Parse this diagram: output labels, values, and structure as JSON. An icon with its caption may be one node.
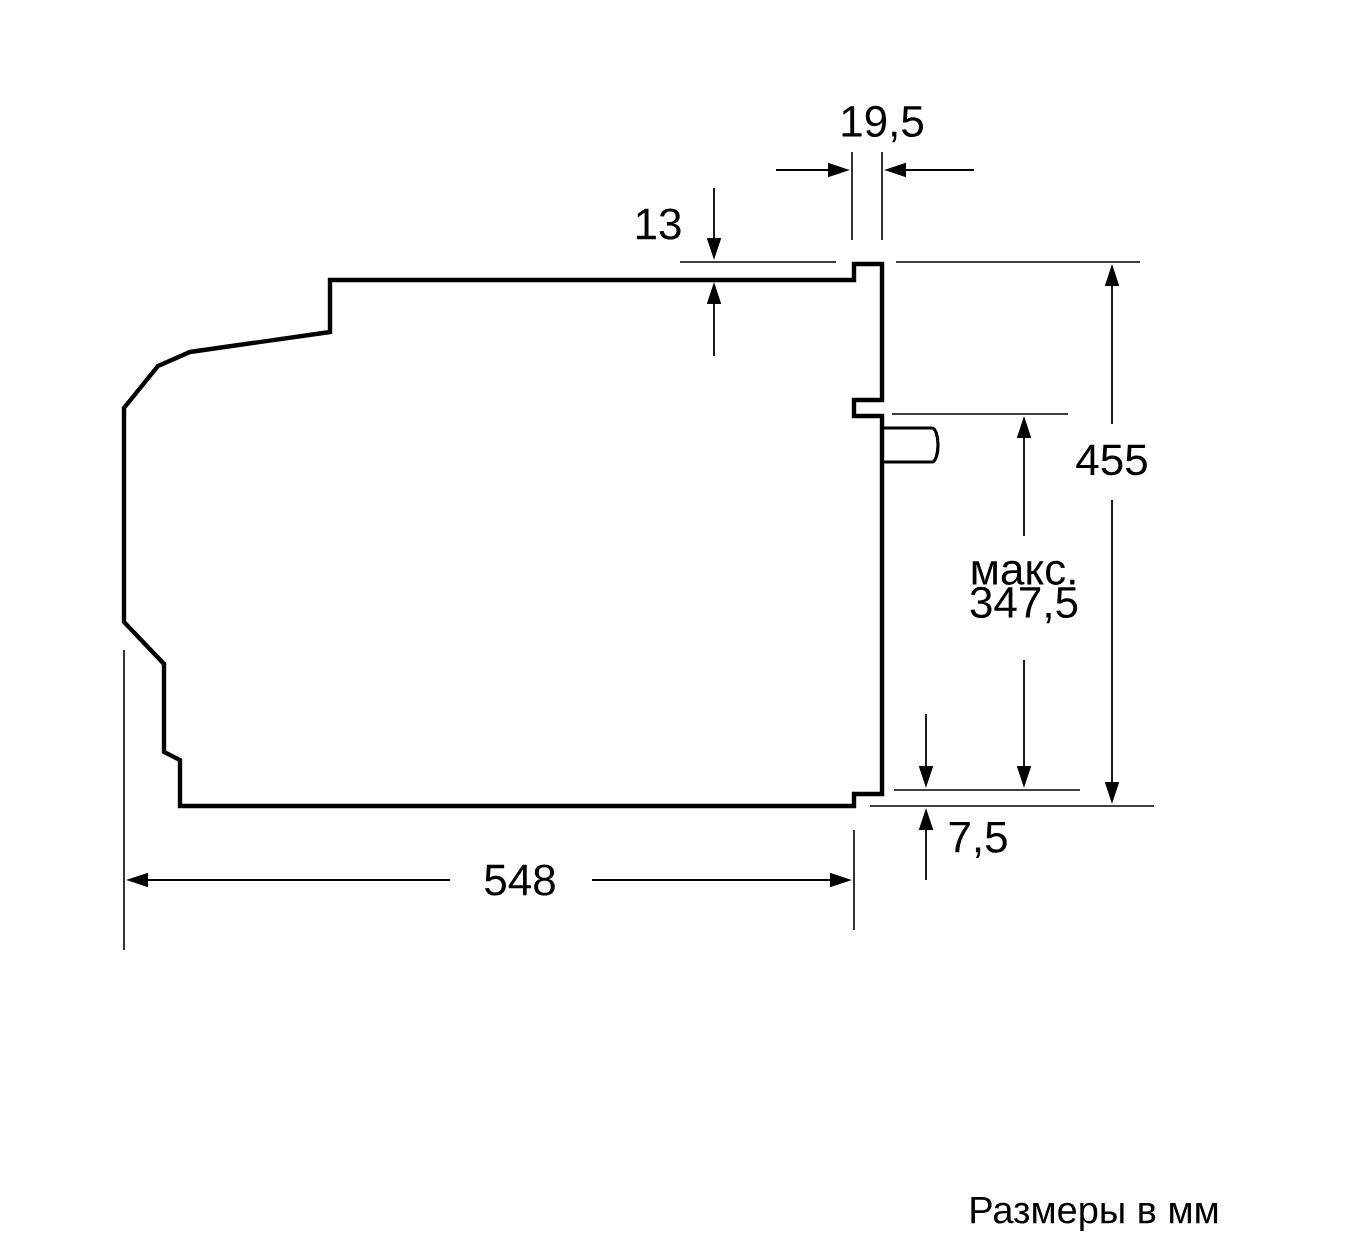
{
  "diagram": {
    "caption": "Размеры в мм",
    "labels": [
      "19,5",
      "13",
      "455",
      "макс. 347,5",
      "7,5",
      "548"
    ]
  }
}
